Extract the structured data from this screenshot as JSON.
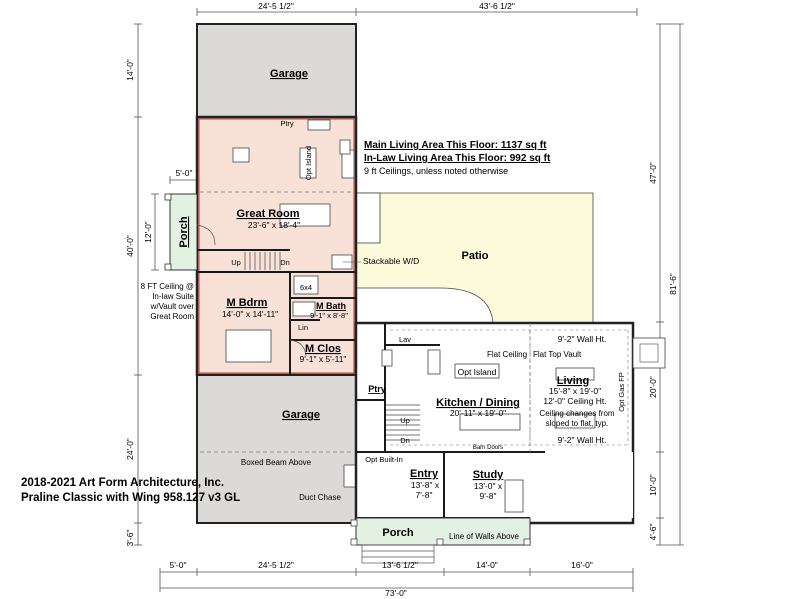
{
  "dimensions": {
    "top_left": "24'-5 1/2\"",
    "top_right": "43'-6 1/2\"",
    "bottom_5": "5'-0\"",
    "bottom_24": "24'-5 1/2\"",
    "bottom_13": "13'-6 1/2\"",
    "bottom_14": "14'-0\"",
    "bottom_16": "16'-0\"",
    "bottom_total": "73'-0\"",
    "left_14": "14'-0\"",
    "left_40": "40'-0\"",
    "left_24": "24'-0\"",
    "left_3_6": "3'-6\"",
    "left_5": "5'-0\"",
    "left_12": "12'-0\"",
    "right_47": "47'-0\"",
    "right_81": "81'-6\"",
    "right_20": "20'-0\"",
    "right_10": "10'-0\"",
    "right_4_6": "4'-6\""
  },
  "rooms": {
    "garage_top": "Garage",
    "great_room": "Great Room",
    "great_room_size": "23'-6\" x 18'-4\"",
    "porch_side": "Porch",
    "m_bdrm": "M Bdrm",
    "m_bdrm_size": "14'-0\" x 14'-11\"",
    "m_bath": "M Bath",
    "m_bath_size": "9'-1\" x 8'-8\"",
    "m_clos": "M Clos",
    "m_clos_size": "9'-1\" x 5'-11\"",
    "shower": "6x4",
    "linen": "Lin",
    "patio": "Patio",
    "garage_bottom": "Garage",
    "kitchen": "Kitchen / Dining",
    "kitchen_size": "20'-11\" x 19'-0\"",
    "living": "Living",
    "living_size": "15'-8\" x 19'-0\"",
    "living_ceiling": "12'-0\" Ceiling Ht.",
    "entry": "Entry",
    "entry_size_1": "13'-8\" x",
    "entry_size_2": "7'-8\"",
    "study": "Study",
    "study_size_1": "13'-0\" x",
    "study_size_2": "9'-8\"",
    "porch_front": "Porch",
    "pantry": "Ptry",
    "pantry_top": "Ptry",
    "lav": "Lav",
    "opt_island": "Opt Island",
    "opt_island_top": "Opt Island"
  },
  "notes": {
    "main_area": "Main Living Area This Floor: 1137 sq ft",
    "inlaw_area": "In-Law Living Area This Floor: 992 sq ft",
    "ceilings": "9 ft Ceilings, unless noted otherwise",
    "stackable": "Stackable W/D",
    "ceiling_note": "8 FT Ceiling @ In-law Suite w/Vault over Great Room",
    "wall_ht_top": "9'-2\" Wall Ht.",
    "wall_ht_bottom": "9'-2\" Wall Ht.",
    "flat_ceiling": "Flat Ceiling",
    "flat_top_vault": "Flat Top Vault",
    "opt_gas_fp": "Opt Gas FP",
    "ceiling_changes_1": "Ceiling changes from",
    "ceiling_changes_2": "sloped to flat, typ.",
    "boxed_beam": "Boxed Beam Above",
    "duct_chase": "Duct Chase",
    "opt_built_in": "Opt Built-In",
    "barn_doors": "Barn Doors",
    "line_of_walls": "Line of Walls Above",
    "up_1": "Up",
    "dn_1": "Dn",
    "up_2": "Up",
    "dn_2": "Dn"
  },
  "credit": {
    "line1": "2018-2021 Art Form Architecture, Inc.",
    "line2": "Praline Classic with Wing 958.127 v3 GL"
  },
  "colors": {
    "inlaw_fill": "#f8e2d8",
    "garage_fill": "#dcd9d9",
    "patio_fill": "#fbfbdc",
    "porch_fill": "#e3f1e3",
    "wall": "#1a1a1a",
    "inlaw_outline": "#c0392b"
  }
}
